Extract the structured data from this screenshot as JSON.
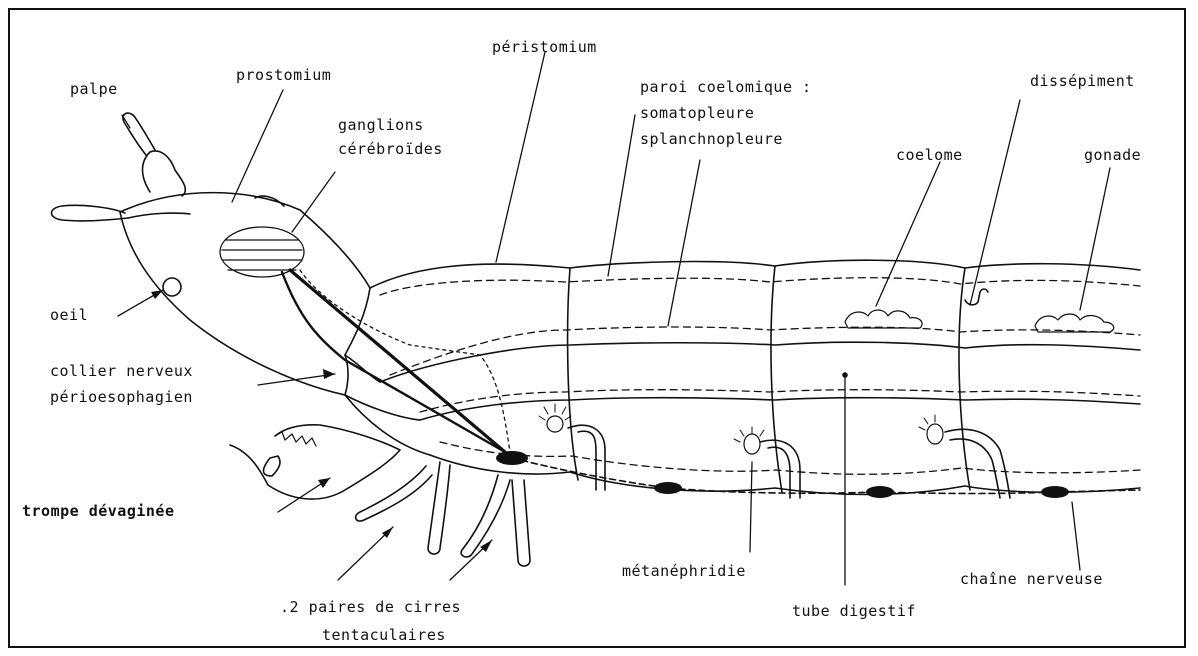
{
  "diagram": {
    "labels": {
      "palpe": "palpe",
      "prostomium": "prostomium",
      "peristomium": "péristomium",
      "paroi_coelomique": "paroi coelomique :",
      "somatopleure": "somatopleure",
      "splanchnopleure": "splanchnopleure",
      "dissepiment": "dissépiment",
      "ganglions": "ganglions",
      "cerebroides": "cérébroïdes",
      "coelome": "coelome",
      "gonade": "gonade",
      "oeil": "oeil",
      "collier_nerveux": "collier nerveux",
      "perioesophagien": "périoesophagien",
      "trompe": "trompe dévaginée",
      "cirres_1": ".2 paires de cirres",
      "cirres_2": "tentaculaires",
      "metanephridie": "métanéphridie",
      "tube_digestif": "tube digestif",
      "chaine_nerveuse": "chaîne nerveuse"
    }
  }
}
